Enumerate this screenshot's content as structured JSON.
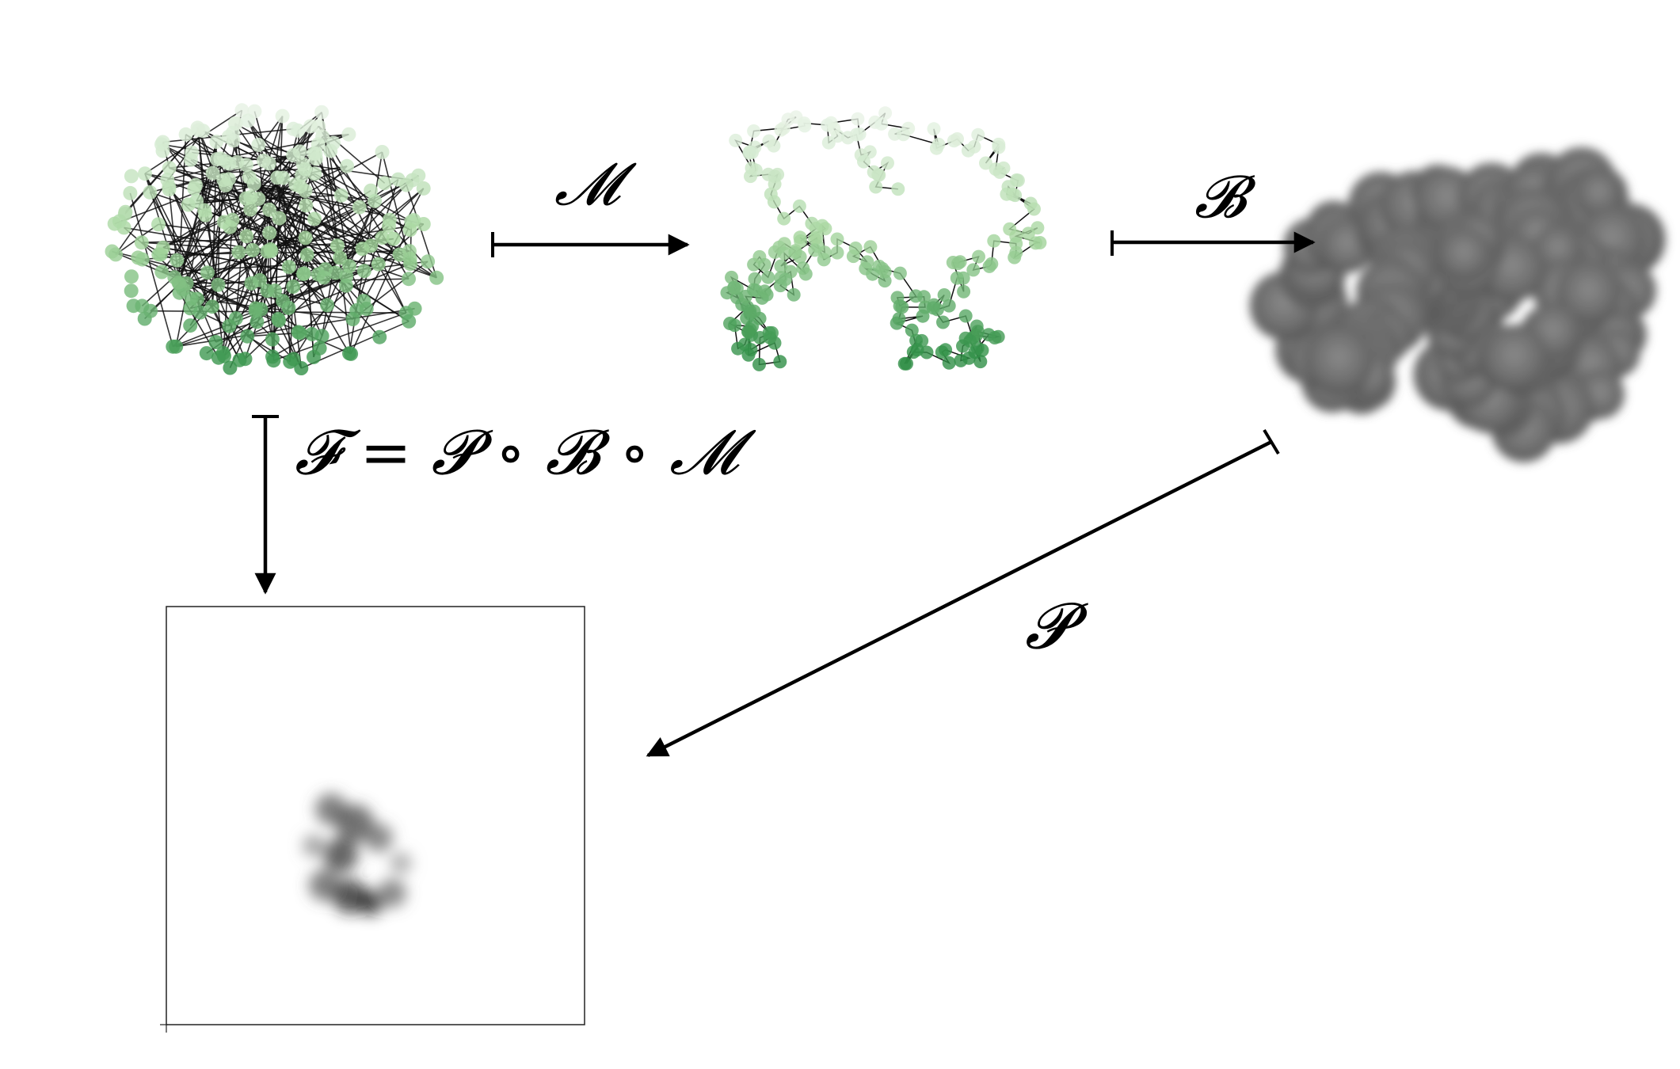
{
  "labels": {
    "map_m": "𝓜",
    "map_b": "𝓑",
    "map_p": "𝓟",
    "composition": "𝓕 = 𝓟 ∘ 𝓑 ∘ 𝓜"
  },
  "colors": {
    "node_light": "#e8f3e6",
    "node_mid": "#a6d69e",
    "node_dark": "#2f8f46",
    "edge": "#111111",
    "blob": "#6f6f6f",
    "blob_dark": "#4a4a4a",
    "projection": "#111111",
    "frame": "#222222"
  }
}
